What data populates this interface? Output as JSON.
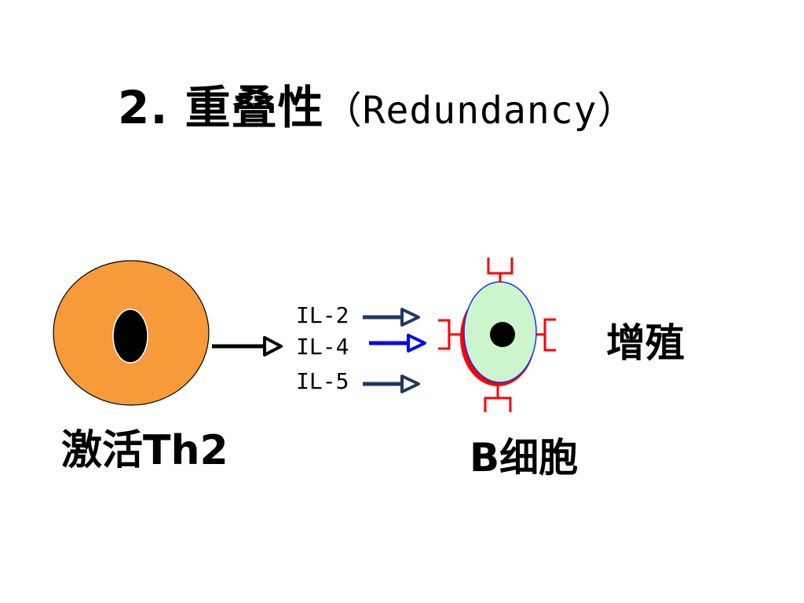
{
  "title": {
    "prefix": "2. 重叠性",
    "english": "（Redundancy）"
  },
  "labels": {
    "activated_cell": "激活Th2",
    "target_cell": "B细胞",
    "effect": "增殖"
  },
  "cytokines": [
    {
      "name": "IL-2",
      "arrow_color": "#1f3864"
    },
    {
      "name": "IL-4",
      "arrow_color": "#0000ff"
    },
    {
      "name": "IL-5",
      "arrow_color": "#1f3864"
    }
  ],
  "colors": {
    "th2_cell_fill": "#f79a3a",
    "th2_nucleus": "#000000",
    "b_cell_fill": "#ccf5cc",
    "b_cell_outline": "#1030ff",
    "b_cell_shadow": "#ff0000",
    "receptor": "#ff0000"
  }
}
